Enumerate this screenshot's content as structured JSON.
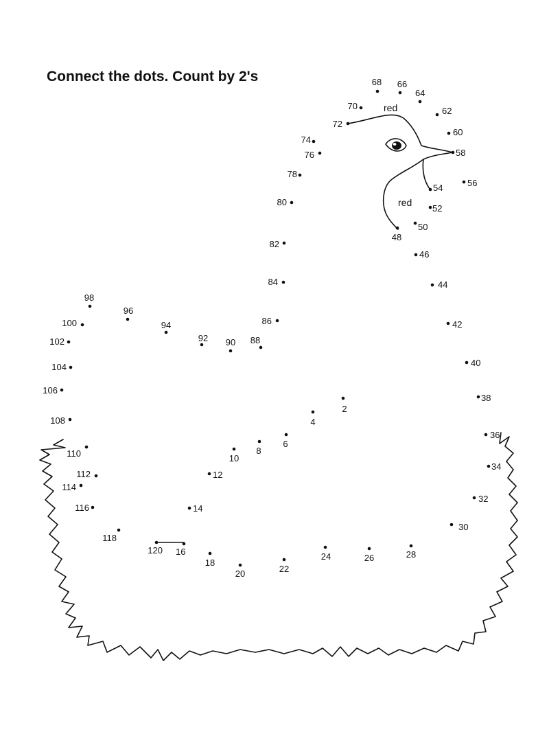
{
  "worksheet": {
    "title": "Connect the dots. Count by 2's",
    "color_words": [
      "red",
      "red"
    ],
    "dots": [
      {
        "label": "2"
      },
      {
        "label": "4"
      },
      {
        "label": "6"
      },
      {
        "label": "8"
      },
      {
        "label": "10"
      },
      {
        "label": "12"
      },
      {
        "label": "14"
      },
      {
        "label": "16"
      },
      {
        "label": "18"
      },
      {
        "label": "20"
      },
      {
        "label": "22"
      },
      {
        "label": "24"
      },
      {
        "label": "26"
      },
      {
        "label": "28"
      },
      {
        "label": "30"
      },
      {
        "label": "32"
      },
      {
        "label": "34"
      },
      {
        "label": "36"
      },
      {
        "label": "38"
      },
      {
        "label": "40"
      },
      {
        "label": "42"
      },
      {
        "label": "44"
      },
      {
        "label": "46"
      },
      {
        "label": "48"
      },
      {
        "label": "50"
      },
      {
        "label": "52"
      },
      {
        "label": "54"
      },
      {
        "label": "56"
      },
      {
        "label": "58"
      },
      {
        "label": "60"
      },
      {
        "label": "62"
      },
      {
        "label": "64"
      },
      {
        "label": "66"
      },
      {
        "label": "68"
      },
      {
        "label": "70"
      },
      {
        "label": "72"
      },
      {
        "label": "74"
      },
      {
        "label": "76"
      },
      {
        "label": "78"
      },
      {
        "label": "80"
      },
      {
        "label": "82"
      },
      {
        "label": "84"
      },
      {
        "label": "86"
      },
      {
        "label": "88"
      },
      {
        "label": "90"
      },
      {
        "label": "92"
      },
      {
        "label": "94"
      },
      {
        "label": "96"
      },
      {
        "label": "98"
      },
      {
        "label": "100"
      },
      {
        "label": "102"
      },
      {
        "label": "104"
      },
      {
        "label": "106"
      },
      {
        "label": "108"
      },
      {
        "label": "110"
      },
      {
        "label": "112"
      },
      {
        "label": "114"
      },
      {
        "label": "116"
      },
      {
        "label": "118"
      },
      {
        "label": "120"
      }
    ]
  }
}
